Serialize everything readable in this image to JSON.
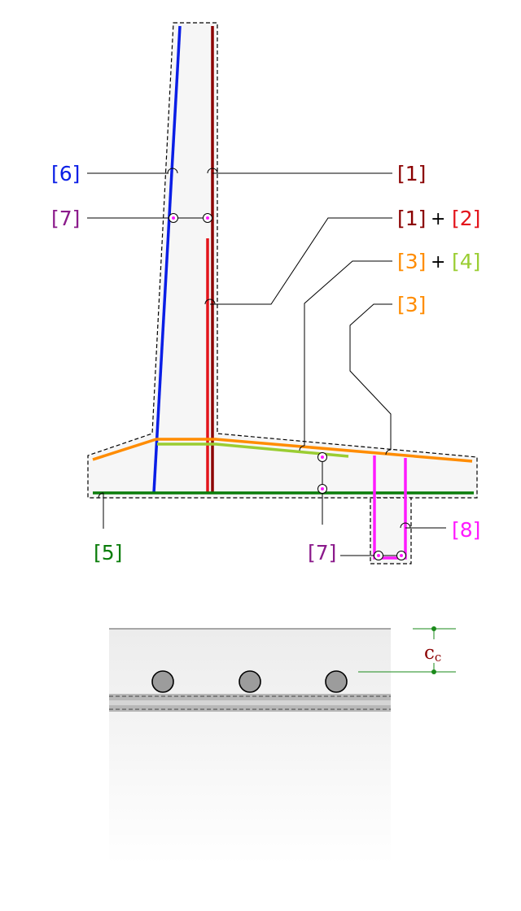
{
  "colors": {
    "bar_1": "#8b0000",
    "bar_2": "#e3141b",
    "bar_3": "#ff8c00",
    "bar_4": "#9acd32",
    "bar_5": "#0a7d0a",
    "bar_6": "#0a1ee6",
    "bar_7": "#8b1a8b",
    "bar_8": "#ff1aff",
    "cover_dim": "#1a8a1a",
    "cover_label": "#8b0000"
  },
  "labels": {
    "l1": "[1]",
    "l1b": "[1]",
    "l2": "[2]",
    "l3": "[3]",
    "l3b": "[3]",
    "l4": "[4]",
    "l5": "[5]",
    "l6": "[6]",
    "l7a": "[7]",
    "l7b": "[7]",
    "l8": "[8]",
    "plus": "+"
  },
  "cover": {
    "symbol": "c",
    "subscript": "c"
  }
}
